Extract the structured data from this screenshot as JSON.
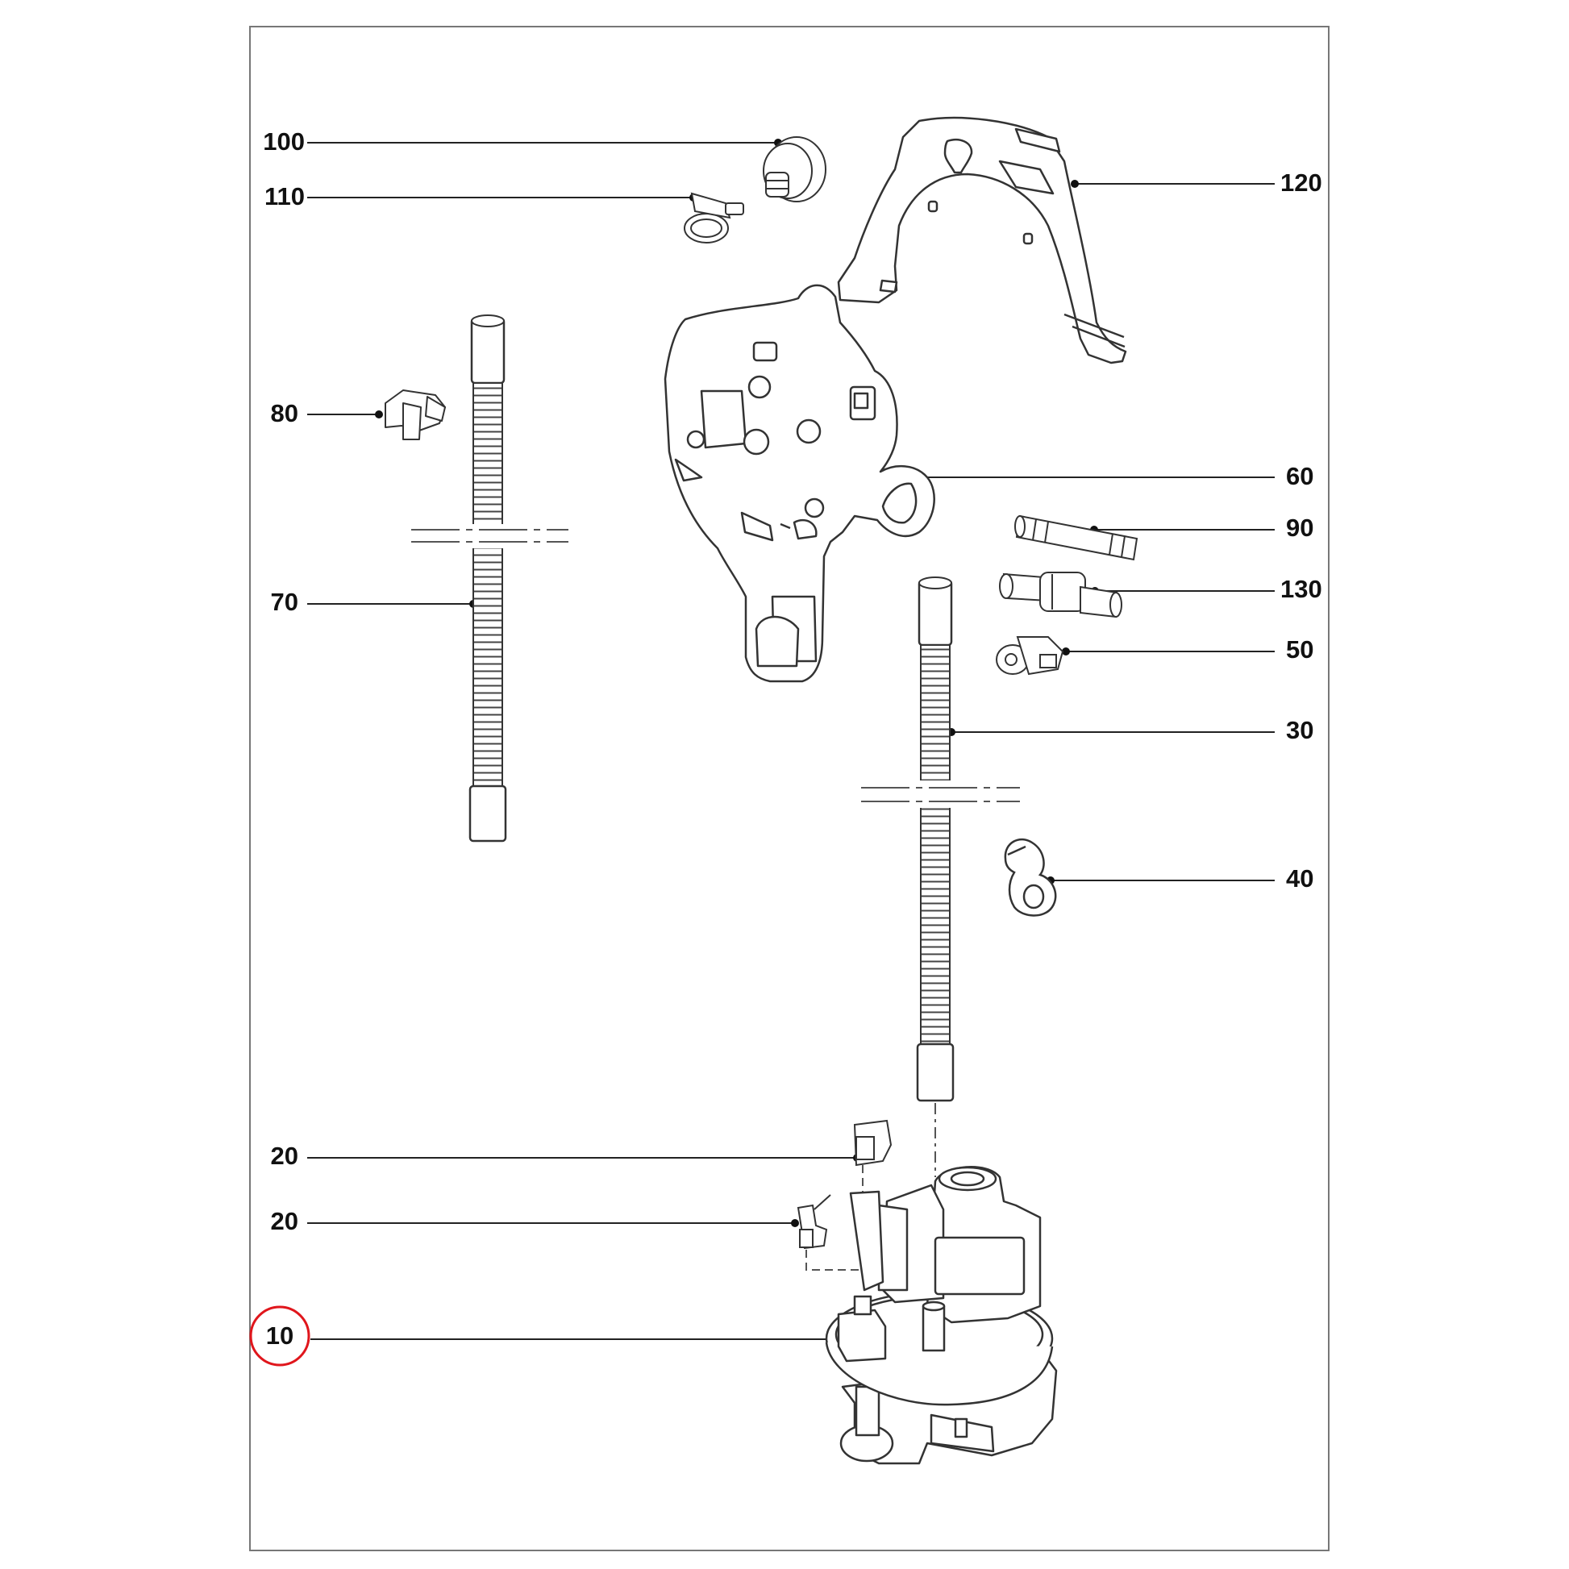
{
  "callouts": [
    {
      "id": "100",
      "label": "100"
    },
    {
      "id": "110",
      "label": "110"
    },
    {
      "id": "120",
      "label": "120"
    },
    {
      "id": "80",
      "label": "80"
    },
    {
      "id": "60",
      "label": "60"
    },
    {
      "id": "90",
      "label": "90"
    },
    {
      "id": "70",
      "label": "70"
    },
    {
      "id": "130",
      "label": "130"
    },
    {
      "id": "50",
      "label": "50"
    },
    {
      "id": "30",
      "label": "30"
    },
    {
      "id": "40",
      "label": "40"
    },
    {
      "id": "20a",
      "label": "20"
    },
    {
      "id": "20b",
      "label": "20"
    },
    {
      "id": "10",
      "label": "10",
      "highlighted": true
    }
  ],
  "highlight_color": "#e0161c",
  "line_color": "#222222"
}
